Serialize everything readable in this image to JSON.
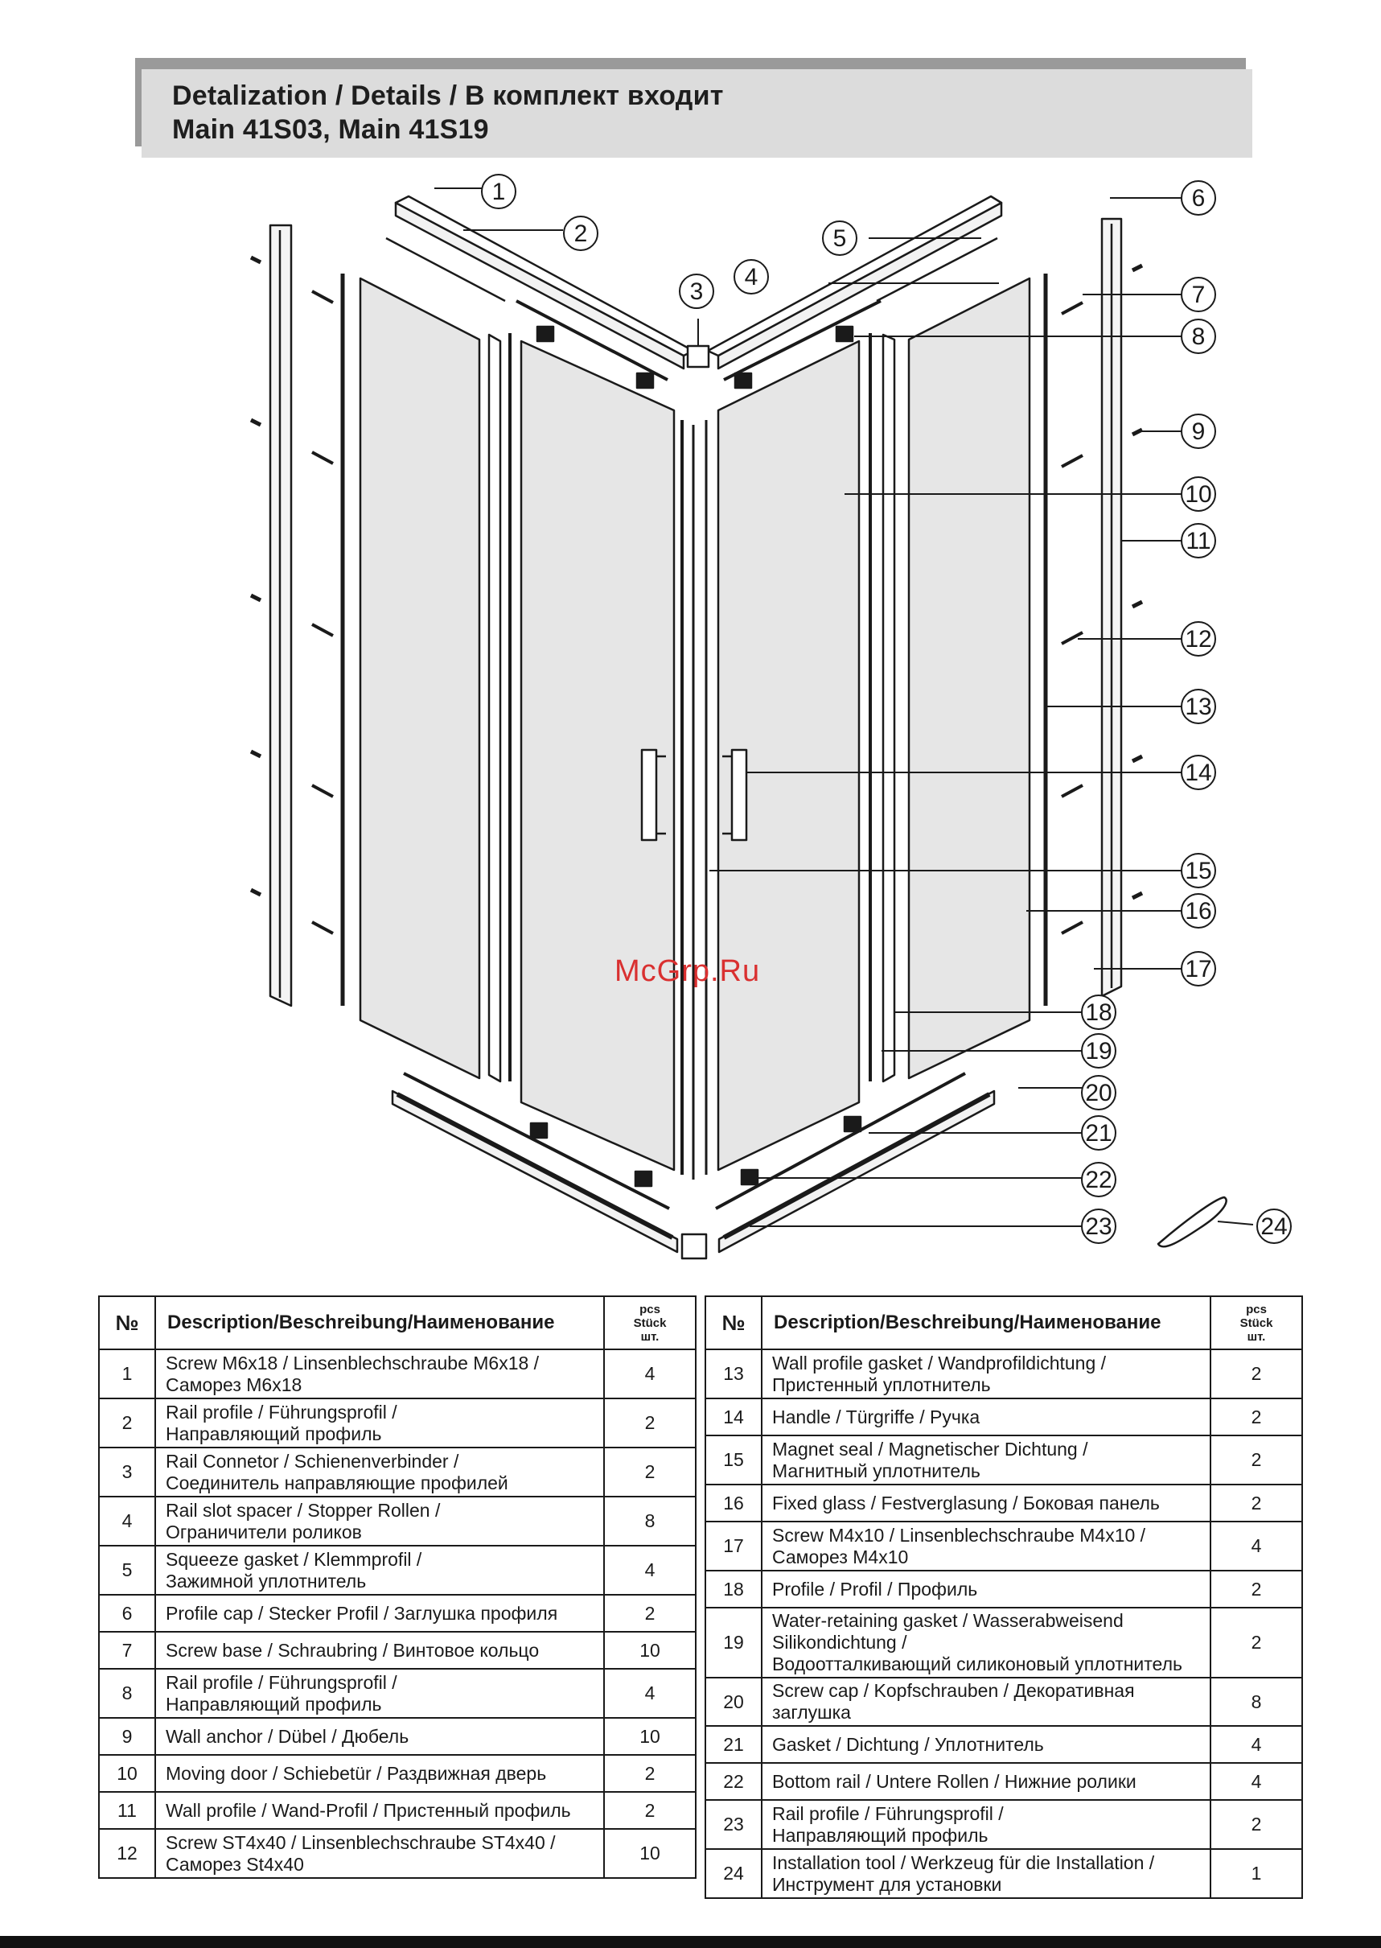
{
  "header": {
    "line1": "Detalization / Details / В комплект входит",
    "line2": "Main 41S03, Main 41S19"
  },
  "watermark": "McGrp.Ru",
  "callouts": [
    "1",
    "2",
    "3",
    "4",
    "5",
    "6",
    "7",
    "8",
    "9",
    "10",
    "11",
    "12",
    "13",
    "14",
    "15",
    "16",
    "17",
    "18",
    "19",
    "20",
    "21",
    "22",
    "23",
    "24"
  ],
  "table_headers": {
    "no": "№",
    "description": "Description/Beschreibung/Наименование",
    "qty_line1": "pcs",
    "qty_line2": "Stück",
    "qty_line3": "шт."
  },
  "parts_left": [
    {
      "no": "1",
      "line1": "Screw M6x18 / Linsenblechschraube M6x18 /",
      "line2": "Саморез М6х18",
      "qty": "4"
    },
    {
      "no": "2",
      "line1": "Rail profile / Führungsprofil /",
      "line2": "Направляющий профиль",
      "qty": "2"
    },
    {
      "no": "3",
      "line1": "Rail Connetor / Schienenverbinder /",
      "line2": "Соединитель направляющие профилей",
      "qty": "2"
    },
    {
      "no": "4",
      "line1": "Rail slot spacer / Stopper Rollen /",
      "line2": "Ограничители роликов",
      "qty": "8"
    },
    {
      "no": "5",
      "line1": "Squeeze gasket / Klemmprofil /",
      "line2": "Зажимной уплотнитель",
      "qty": "4"
    },
    {
      "no": "6",
      "line1": "Profile cap / Stecker Profil / Заглушка профиля",
      "line2": "",
      "qty": "2"
    },
    {
      "no": "7",
      "line1": "Screw base / Schraubring / Винтовое кольцо",
      "line2": "",
      "qty": "10"
    },
    {
      "no": "8",
      "line1": "Rail profile / Führungsprofil /",
      "line2": "Направляющий профиль",
      "qty": "4"
    },
    {
      "no": "9",
      "line1": "Wall anchor / Dübel / Дюбель",
      "line2": "",
      "qty": "10"
    },
    {
      "no": "10",
      "line1": "Moving door / Schiebetür / Раздвижная дверь",
      "line2": "",
      "qty": "2"
    },
    {
      "no": "11",
      "line1": "Wall profile / Wand-Profil / Пристенный профиль",
      "line2": "",
      "qty": "2"
    },
    {
      "no": "12",
      "line1": "Screw ST4x40 / Linsenblechschraube ST4x40 /",
      "line2": "Саморез St4x40",
      "qty": "10"
    }
  ],
  "parts_right": [
    {
      "no": "13",
      "line1": "Wall profile gasket / Wandprofildichtung /",
      "line2": "Пристенный уплотнитель",
      "qty": "2"
    },
    {
      "no": "14",
      "line1": "Handle / Türgriffe / Ручка",
      "line2": "",
      "qty": "2"
    },
    {
      "no": "15",
      "line1": "Magnet seal / Magnetischer Dichtung /",
      "line2": "Магнитный уплотнитель",
      "qty": "2"
    },
    {
      "no": "16",
      "line1": "Fixed glass / Festverglasung / Боковая панель",
      "line2": "",
      "qty": "2"
    },
    {
      "no": "17",
      "line1": "Screw M4x10 / Linsenblechschraube M4x10 /",
      "line2": "Саморез М4х10",
      "qty": "4"
    },
    {
      "no": "18",
      "line1": "Profile / Profil / Профиль",
      "line2": "",
      "qty": "2"
    },
    {
      "no": "19",
      "line1": "Water-retaining gasket / Wasserabweisend Silikondichtung /",
      "line2": "Водоотталкивающий силиконовый уплотнитель",
      "qty": "2"
    },
    {
      "no": "20",
      "line1": "Screw cap / Kopfschrauben / Декоративная заглушка",
      "line2": "",
      "qty": "8"
    },
    {
      "no": "21",
      "line1": "Gasket / Dichtung / Уплотнитель",
      "line2": "",
      "qty": "4"
    },
    {
      "no": "22",
      "line1": "Bottom rail / Untere Rollen / Нижние ролики",
      "line2": "",
      "qty": "4"
    },
    {
      "no": "23",
      "line1": "Rail profile / Führungsprofil /",
      "line2": "Направляющий профиль",
      "qty": "2"
    },
    {
      "no": "24",
      "line1": "Installation tool / Werkzeug für die Installation /",
      "line2": "Инструмент для установки",
      "qty": "1"
    }
  ]
}
